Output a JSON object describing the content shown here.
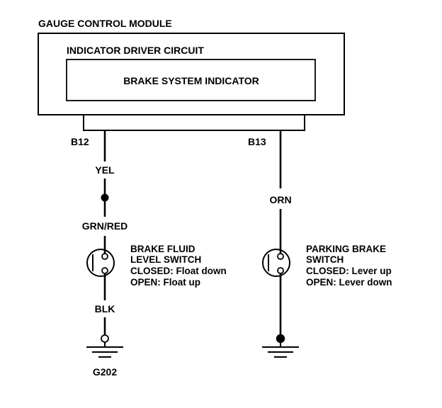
{
  "modules": {
    "gauge_control_module": "GAUGE CONTROL MODULE",
    "indicator_driver_circuit": "INDICATOR DRIVER CIRCUIT",
    "brake_system_indicator": "BRAKE SYSTEM INDICATOR"
  },
  "terminals": {
    "left": "B12",
    "right": "B13"
  },
  "wires": {
    "left_upper": "YEL",
    "left_middle": "GRN/RED",
    "left_lower": "BLK",
    "right": "ORN"
  },
  "switches": {
    "brake_fluid": {
      "name_line1": "BRAKE FLUID",
      "name_line2": "LEVEL SWITCH",
      "closed": "CLOSED: Float down",
      "open": "OPEN: Float up"
    },
    "parking_brake": {
      "name_line1": "PARKING BRAKE",
      "name_line2": "SWITCH",
      "closed": "CLOSED: Lever up",
      "open": "OPEN: Lever down"
    }
  },
  "grounds": {
    "left": "G202"
  },
  "colors": {
    "line": "#000000",
    "background": "#ffffff"
  }
}
